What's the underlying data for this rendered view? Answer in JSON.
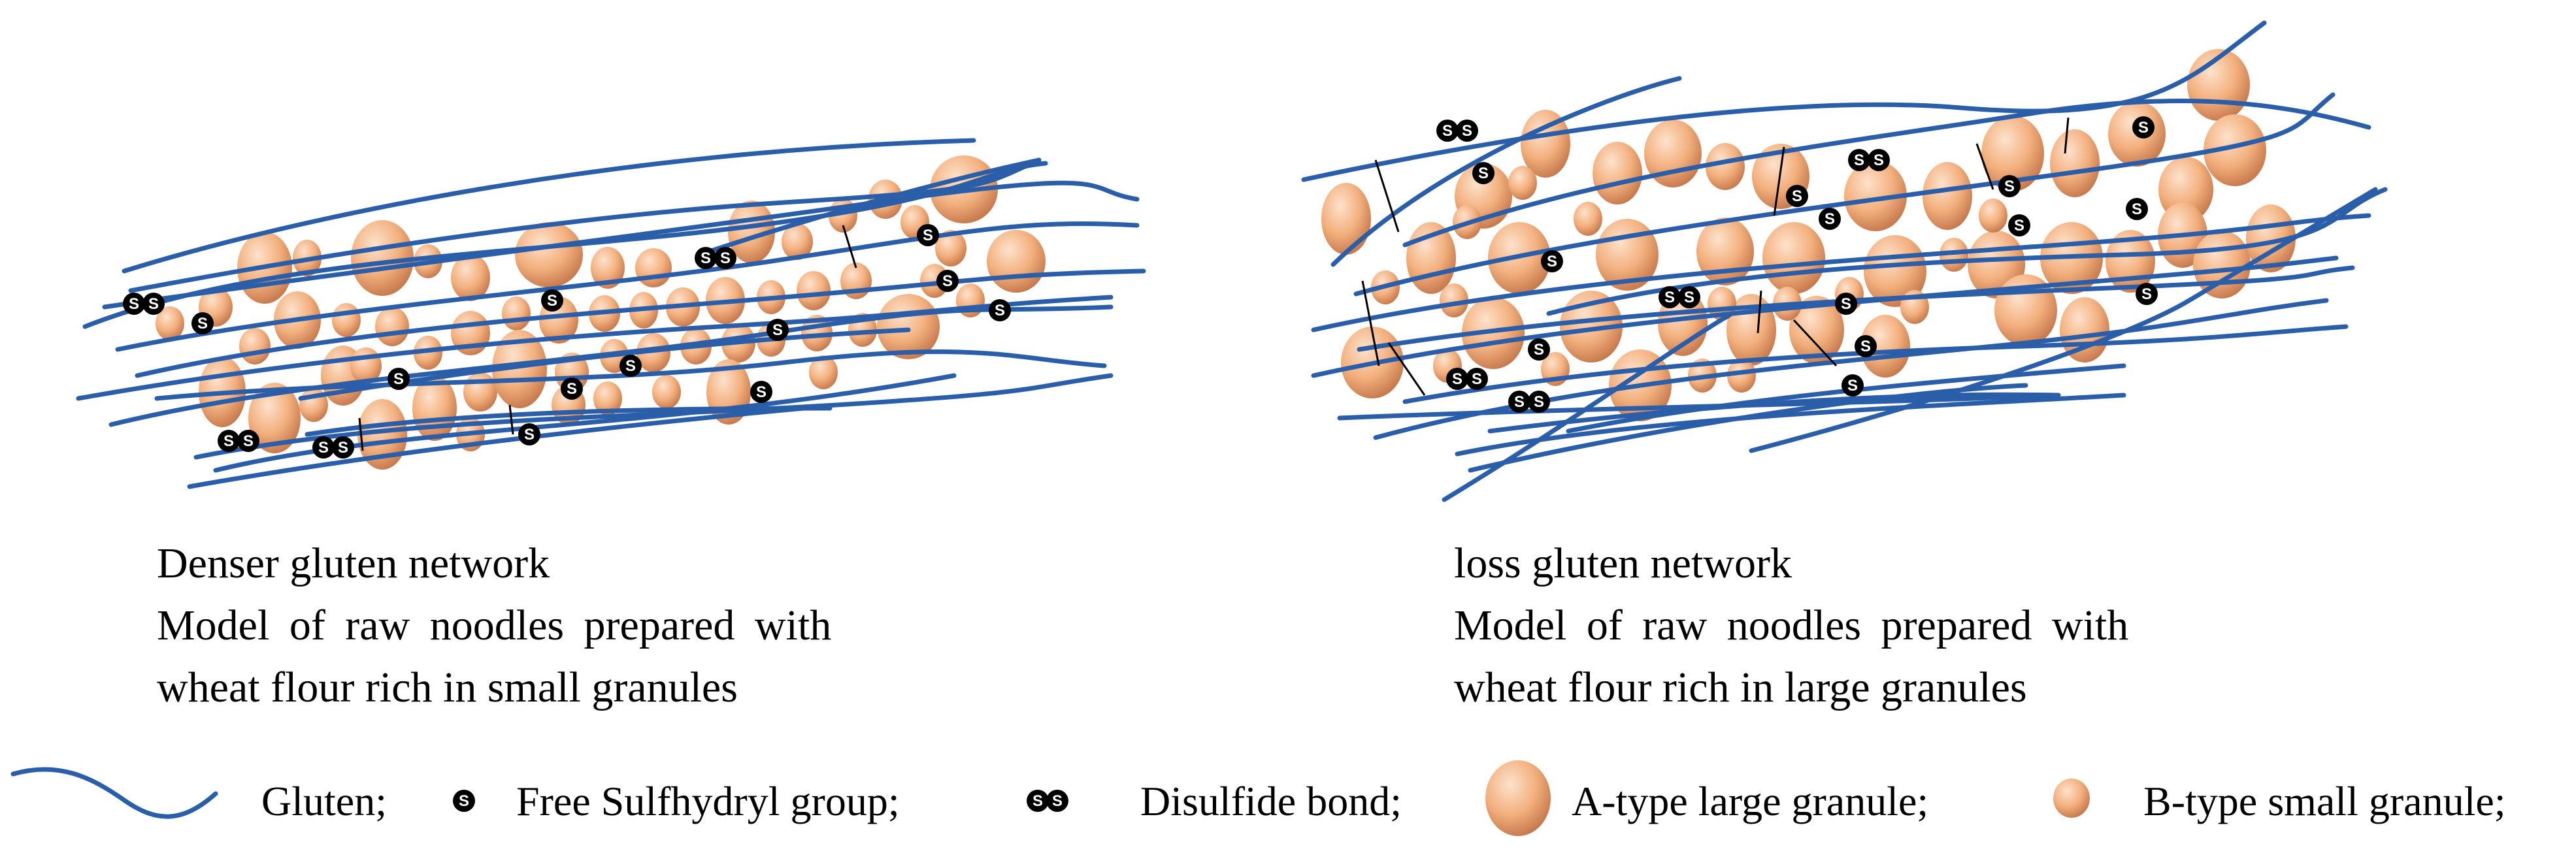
{
  "colors": {
    "gluten": "#2a5ea8",
    "granule_light": "#fde2cc",
    "granule_mid": "#f3b07e",
    "granule_dark": "#c4764a",
    "sulfhydryl": "#000000",
    "background": "#ffffff"
  },
  "panels": [
    {
      "id": "left",
      "caption_lines": [
        "Denser gluten network",
        "Model of raw noodles prepared with",
        "wheat flour rich in small granules"
      ]
    },
    {
      "id": "right",
      "caption_lines": [
        "loss gluten network",
        "Model of raw noodles prepared with",
        "wheat flour rich in large granules"
      ]
    }
  ],
  "legend": {
    "items": [
      {
        "icon": "gluten-strand-icon",
        "label": "Gluten;"
      },
      {
        "icon": "free-sulfhydryl-icon",
        "label": "Free Sulfhydryl group;"
      },
      {
        "icon": "disulfide-bond-icon",
        "label": "Disulfide bond;"
      },
      {
        "icon": "large-granule-icon",
        "label": "A-type  large granule;"
      },
      {
        "icon": "small-granule-icon",
        "label": "B-type  small granule;"
      }
    ]
  },
  "symbol_letter": "S"
}
